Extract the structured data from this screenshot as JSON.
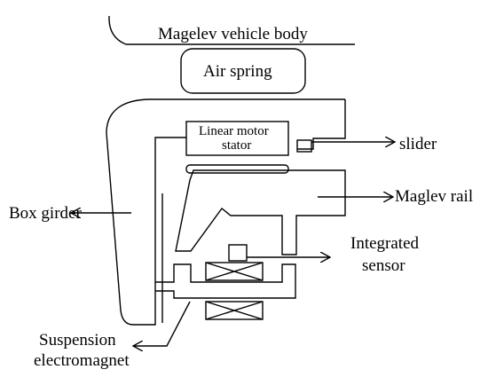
{
  "diagram": {
    "labels": {
      "vehicle_body": "Magelev vehicle body",
      "air_spring": "Air spring",
      "linear_motor_stator_line1": "Linear motor",
      "linear_motor_stator_line2": "stator",
      "slider": "slider",
      "maglev_rail": "Maglev rail",
      "box_girder": "Box girder",
      "integrated_sensor_line1": "Integrated",
      "integrated_sensor_line2": "sensor",
      "suspension_electromagnet_line1": "Suspension",
      "suspension_electromagnet_line2": "electromagnet"
    },
    "colors": {
      "stroke": "#000000",
      "background": "#ffffff"
    }
  }
}
